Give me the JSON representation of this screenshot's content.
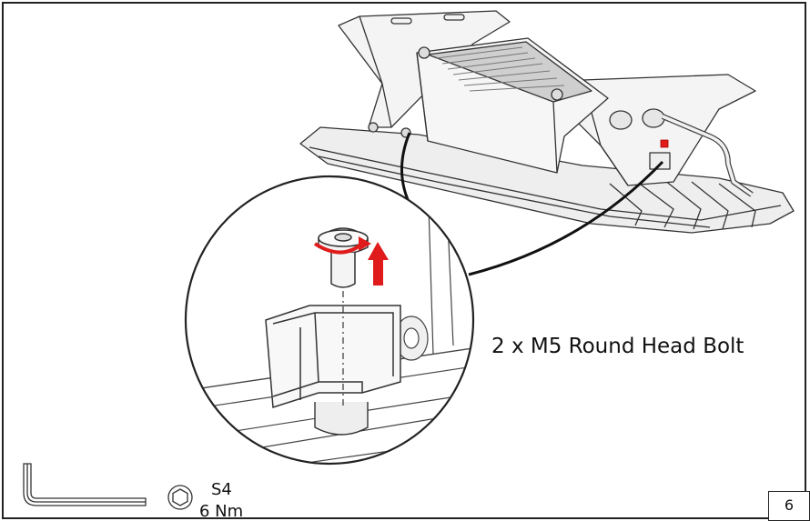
{
  "callout": {
    "label": "2 x M5 Round Head Bolt"
  },
  "tool": {
    "size": "S4",
    "torque": "6 Nm",
    "icon": "hex-key-icon"
  },
  "page": {
    "number": "6"
  },
  "colors": {
    "arrow": "#e01b1b",
    "line": "#222222",
    "fill": "#f2f2f2"
  }
}
